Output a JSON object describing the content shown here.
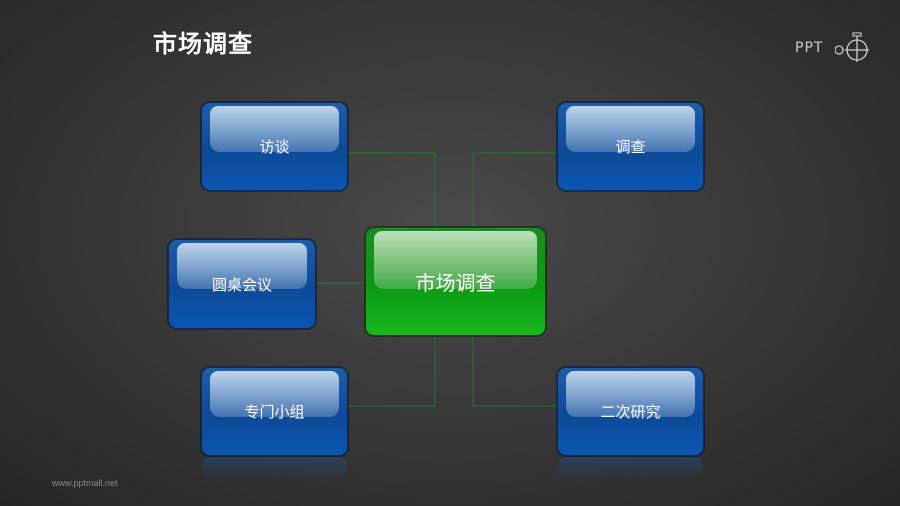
{
  "header": {
    "title": "市场调查"
  },
  "logo": {
    "text": "PPT"
  },
  "diagram": {
    "center": "市场调查",
    "nodes": {
      "top_left": "访谈",
      "top_right": "调查",
      "middle_left": "圆桌会议",
      "bottom_left": "专门小组",
      "bottom_right": "二次研究"
    }
  },
  "footer": {
    "url": "www.pptmall.net"
  },
  "colors": {
    "node": "#0e4a97",
    "center": "#0d9a13",
    "connector": "#1f7a28"
  }
}
